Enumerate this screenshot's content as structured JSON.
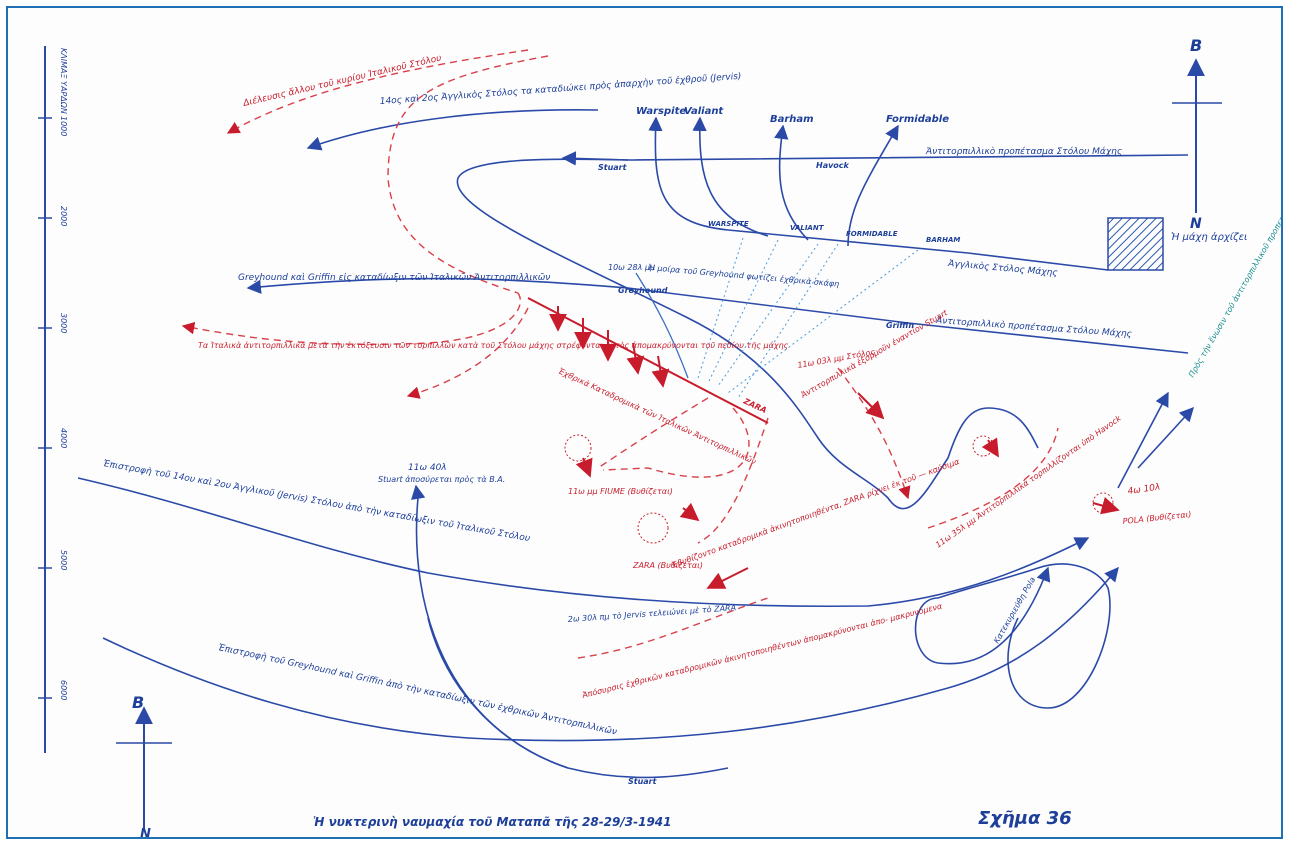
{
  "figure": {
    "caption": "Ἡ νυκτερινὴ ναυμαχία τοῦ Ματαπᾶ τῆς 28-29/3-1941",
    "figure_label": "Σχῆμα 36"
  },
  "compass": {
    "north_top": "Β",
    "south_top": "Ν",
    "north_bottom": "Β",
    "south_bottom": "Ν"
  },
  "scale": {
    "title": "ΚΛΙΜΑΞ ΥΑΡΔΩΝ",
    "ticks": [
      "1000",
      "2000",
      "3000",
      "4000",
      "5000",
      "6000"
    ]
  },
  "ships": {
    "warspite": "Warspite",
    "valiant": "Valiant",
    "barham": "Barham",
    "formidable": "Formidable",
    "line_warspite": "WARSPITE",
    "line_valiant": "VALIANT",
    "line_formidable": "FORMIDABLE",
    "line_barham": "BARHAM",
    "stuart": "Stuart",
    "havock": "Havock",
    "greyhound": "Greyhound",
    "griffin": "Griffin",
    "zara": "ZARA",
    "pola": "POLA"
  },
  "blue_labels": {
    "escort_screen_top": "Ἀντιτορπιλλικὸ προπέτασμα Στόλου Μάχης",
    "escort_screen_mid": "Ἀντιτορπιλλικὸ προπέτασμα Στόλου Μάχης",
    "battle_fleet": "Ἀγγλικὸς Στόλος Μάχης",
    "battle_begins": "Ἡ μάχη ἀρχίζει",
    "destroyers_14_24": "14ος καὶ 2ος Ἀγγλικὸς Στόλος τα καταδιώκει πρὸς ἀπαρχὴν τοῦ ἐχθροῦ (Jervis)",
    "greyhound_griffin_chase": "Greyhound καὶ Griffin εἰς καταδίωξιν τῶν Ἰταλικῶν Ἀντιτορπιλλικῶν",
    "time_2228": "10ω 28λ μμ",
    "greyhound_fires": "Ἡ μοίρα τοῦ Greyhound φωτίζει ἐχθρικὰ σκάφη",
    "stuart_1140": "11ω 40λ",
    "stuart_withdraws": "Stuart ἀποσύρεται πρὸς τὰ Β.Α.",
    "return_14_2": "Ἐπιστροφὴ τοῦ 14ου καὶ 2ου Ἀγγλικοῦ (Jervis) Στόλου ἀπὸ τὴν καταδίωξιν τοῦ Ἰταλικοῦ Στόλου",
    "return_greyhound": "Ἐπιστροφὴ τοῦ Greyhound καὶ Griffin ἀπὸ τὴν καταδίωξιν τῶν ἐχθρικῶν Ἀντιτορπιλλικῶν",
    "jervis_2300": "2ω 30λ πμ τὸ Jervis τελειώνει μὲ τὸ ZARA",
    "pola_scuttled": "Κατεκυριεύθη Pola",
    "pola_time": "4ω 10λ",
    "pola_sinks": "POLA (Βυθίζεται)",
    "rejoin_fleet": "Πρὸς τὴν ἕνωσιν τοῦ ἀντιτορπιλλικοῦ προπετάσματος τοῦ Στόλου Μάχης"
  },
  "red_labels": {
    "italian_main_fleet": "Διέλευσις ἄλλου τοῦ κυρίου Ἰταλικοῦ Στόλου",
    "italian_destroyers_flee": "Τα Ἰταλικὰ ἀντιτορπιλλικὰ μετὰ τὴν ἐκτόξευσιν τῶν τορπιλλῶν κατὰ τοῦ Στόλου μάχης στρέφονται ἐκτὸς ἀπομακρύνονται τοῦ πεδίου τῆς μάχης",
    "italian_column": "Ἐχθρικὰ Καταδρομικὰ τῶν Ἰταλικῶν Ἀντιτορπιλλικῶν",
    "fiume_sinks": "11ω μμ FIUME (Βυθίζεται)",
    "zara_sinks": "ZARA (Βυθίζεται)",
    "zara_cruisers": "Ἐβυθίζοντο καταδρομικὰ ἀκινητοποιηθέντα, ZARA ρίχνει ἐκ τοῦ — καύσιμα",
    "enemy_destroyers_withdraw": "Ἀπόσυρσις ἐχθρικῶν καταδρομικῶν ἀκινητοποιηθέντων ἀπομακρύνονται ἀπο- μακρυνόμενα",
    "time_2303": "11ω 03λ μμ Στόλος",
    "italian_destroyers_attack": "Ἀντιτορπιλλικὰ ἐξορμοῦν ἐναντίον Stuart",
    "time_2335": "11ω 35λ μμ Ἀντιτορπιλλικὰ τορπιλλίζονται ὑπὸ Havock"
  }
}
